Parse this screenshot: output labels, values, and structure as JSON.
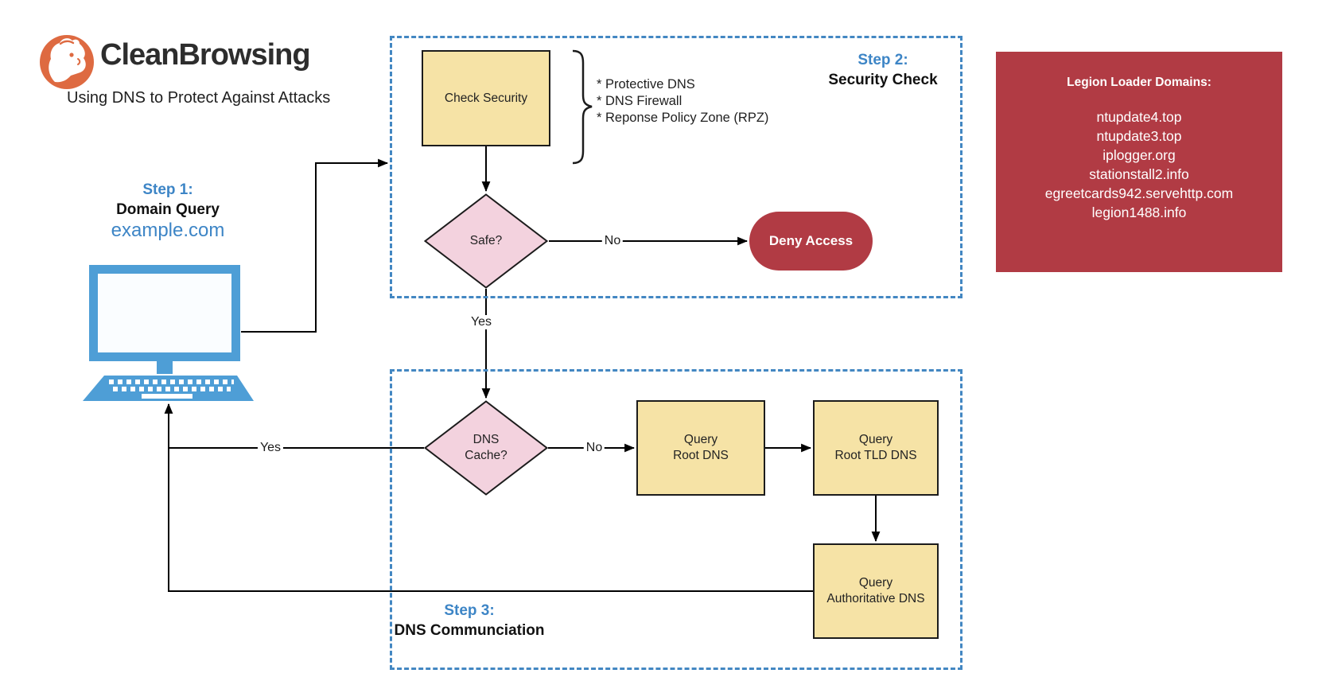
{
  "brand": {
    "name": "CleanBrowsing",
    "tagline": "Using DNS to Protect Against Attacks"
  },
  "colors": {
    "accent_blue": "#3d85c6",
    "device_blue": "#4e9ed6",
    "dash_blue": "#4387c2",
    "box_yellow": "#f6e3a6",
    "diamond_pink": "#f3d2de",
    "danger_red": "#b13b44",
    "logo_orange": "#de6a41"
  },
  "step1": {
    "title": "Step 1:",
    "subtitle": "Domain Query",
    "domain": "example.com"
  },
  "step2": {
    "title": "Step 2:",
    "subtitle": "Security Check",
    "process_label": "Check Security",
    "bullets": [
      "* Protective DNS",
      "* DNS Firewall",
      "* Reponse Policy Zone (RPZ)"
    ],
    "decision_label": "Safe?",
    "deny_label": "Deny Access",
    "edge_no": "No",
    "edge_yes": "Yes"
  },
  "step3": {
    "title": "Step 3:",
    "subtitle": "DNS Communciation",
    "decision": {
      "line1": "DNS",
      "line2": "Cache?"
    },
    "edge_no": "No",
    "edge_yes": "Yes",
    "query_root": {
      "line1": "Query",
      "line2": "Root DNS"
    },
    "query_tld": {
      "line1": "Query",
      "line2": "Root TLD DNS"
    },
    "query_auth": {
      "line1": "Query",
      "line2": "Authoritative DNS"
    }
  },
  "legion": {
    "title": "Legion Loader Domains:",
    "domains": [
      "ntupdate4.top",
      "ntupdate3.top",
      "iplogger.org",
      "stationstall2.info",
      "egreetcards942.servehttp.com",
      "legion1488.info"
    ]
  }
}
